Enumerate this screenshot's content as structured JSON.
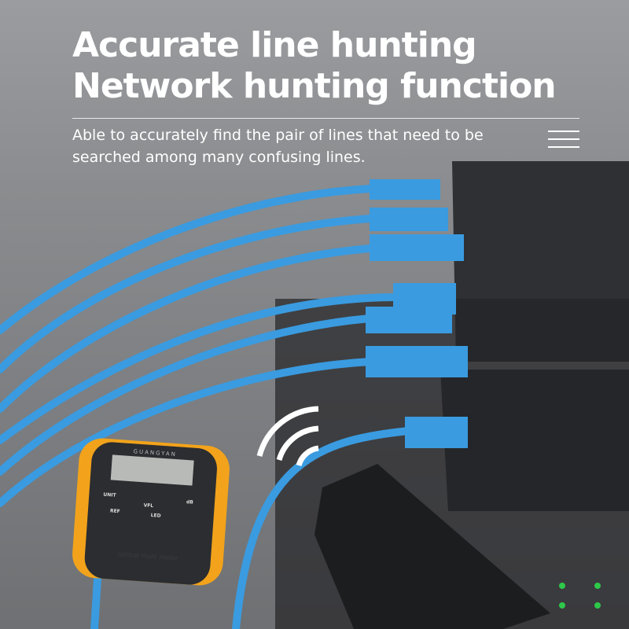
{
  "headline": {
    "line1": "Accurate line hunting",
    "line2": "Network hunting function"
  },
  "subtitle": "Able to accurately find the pair of lines that need to be searched among many confusing lines.",
  "device": {
    "brand": "GUANGYAN",
    "keys": [
      "UNIT",
      "VFL",
      "REF",
      "LED",
      "dB"
    ],
    "label": "optical multi meter"
  },
  "colors": {
    "cable": "#3a9be0",
    "meter_accent": "#f2a31b",
    "background": "#8a8c8f"
  }
}
